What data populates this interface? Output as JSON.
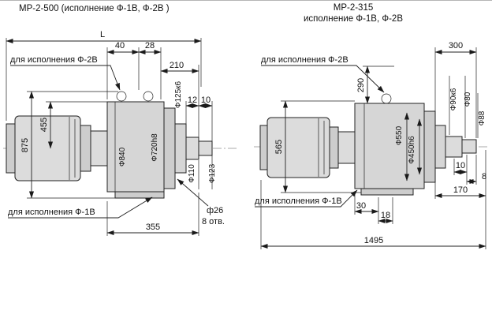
{
  "left": {
    "title": "МР-2-500 (исполнение Ф-1В, Ф-2В )",
    "note_f2v": "для исполнения Ф-2В",
    "note_f1v": "для исполнения Ф-1В",
    "dims": {
      "L": "L",
      "d40": "40",
      "d28": "28",
      "d210": "210",
      "d455": "455",
      "d875": "875",
      "d12": "12",
      "d10": "10",
      "dia125": "Ф125к6",
      "dia720": "Ф720h8",
      "dia840": "Ф840",
      "dia110": "Ф110",
      "dia123": "Ф123",
      "hole_dia": "ф26",
      "hole_count": "8 отв.",
      "d355": "355"
    }
  },
  "right": {
    "title1": "МР-2-315",
    "title2": "исполнение  Ф-1В,  Ф-2В",
    "note_f2v": "для исполнения  Ф-2В",
    "note_f1v": "для исполнения  Ф-1В",
    "dims": {
      "d300": "300",
      "d290": "290",
      "d565": "565",
      "dia550": "Ф550",
      "dia450": "Ф450h6",
      "dia90": "Ф90к6",
      "dia80": "Ф80",
      "dia88": "Ф88",
      "d10": "10",
      "d8": "8",
      "d170": "170",
      "d30": "30",
      "d18": "18",
      "d1495": "1495"
    }
  }
}
